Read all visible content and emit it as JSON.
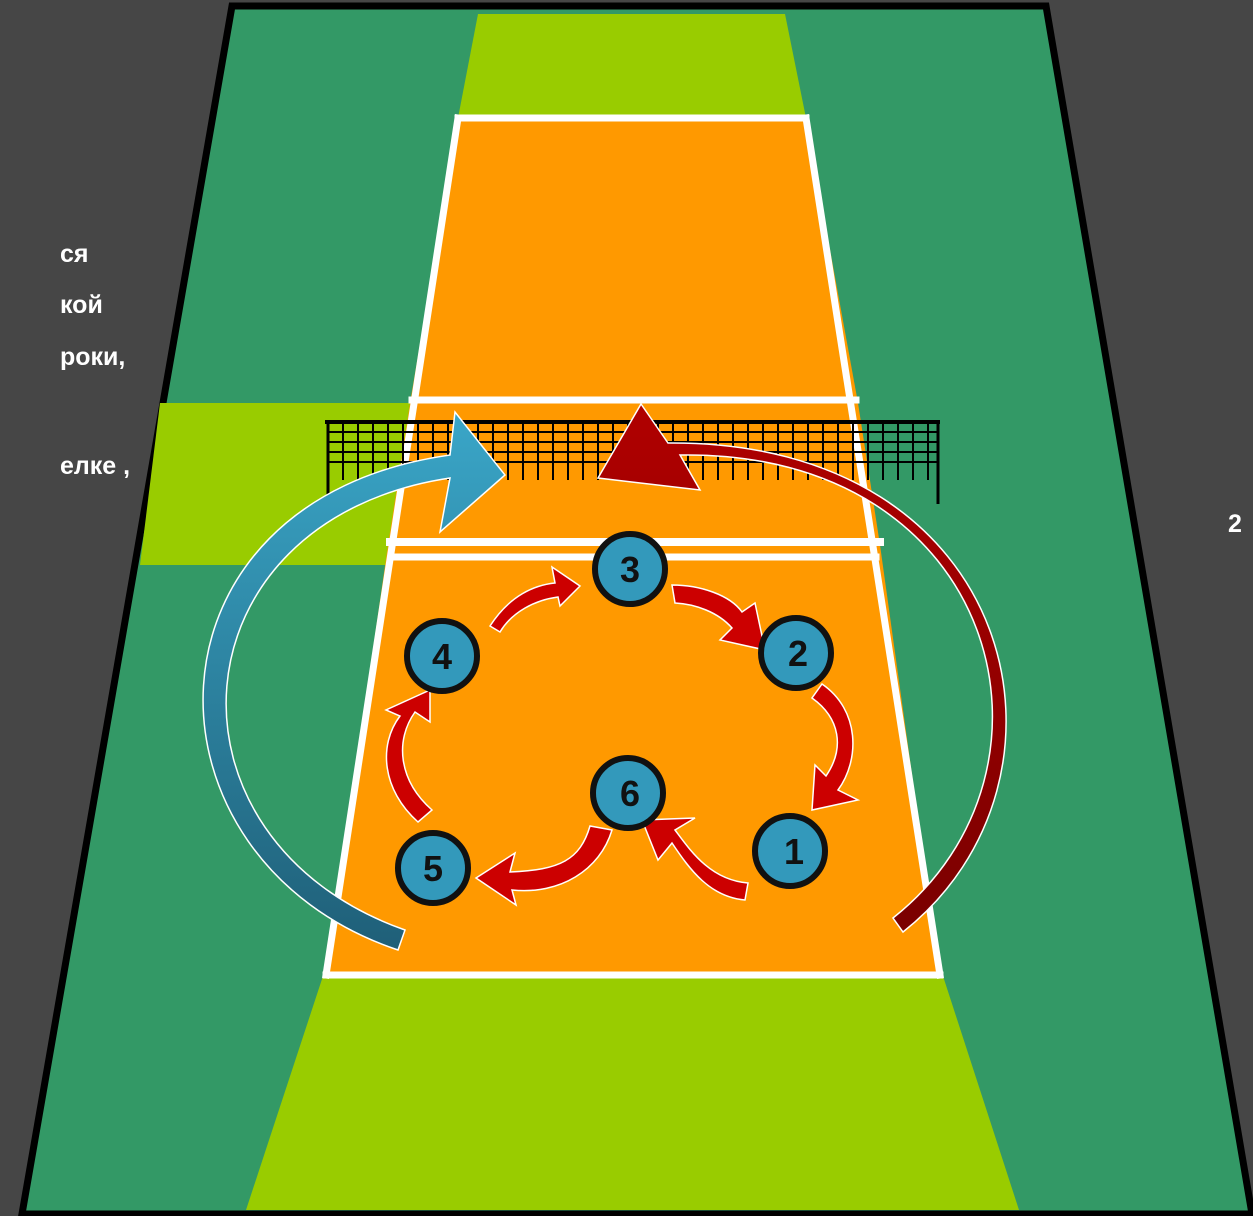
{
  "left_text_fragments": [
    "ся",
    "кой",
    "роки,",
    "елке ,"
  ],
  "right_text_fragment": "2",
  "players": [
    {
      "number": "1"
    },
    {
      "number": "2"
    },
    {
      "number": "3"
    },
    {
      "number": "4"
    },
    {
      "number": "5"
    },
    {
      "number": "6"
    }
  ],
  "colors": {
    "background": "#464646",
    "outer_court": "#339966",
    "free_zone": "#99cc00",
    "court": "#ff9900",
    "player": "#3399bb",
    "rotation_arrow": "#cc0000",
    "blue_arrow": "#2a8fb0",
    "dark_red_arrow": "#8b0000"
  }
}
